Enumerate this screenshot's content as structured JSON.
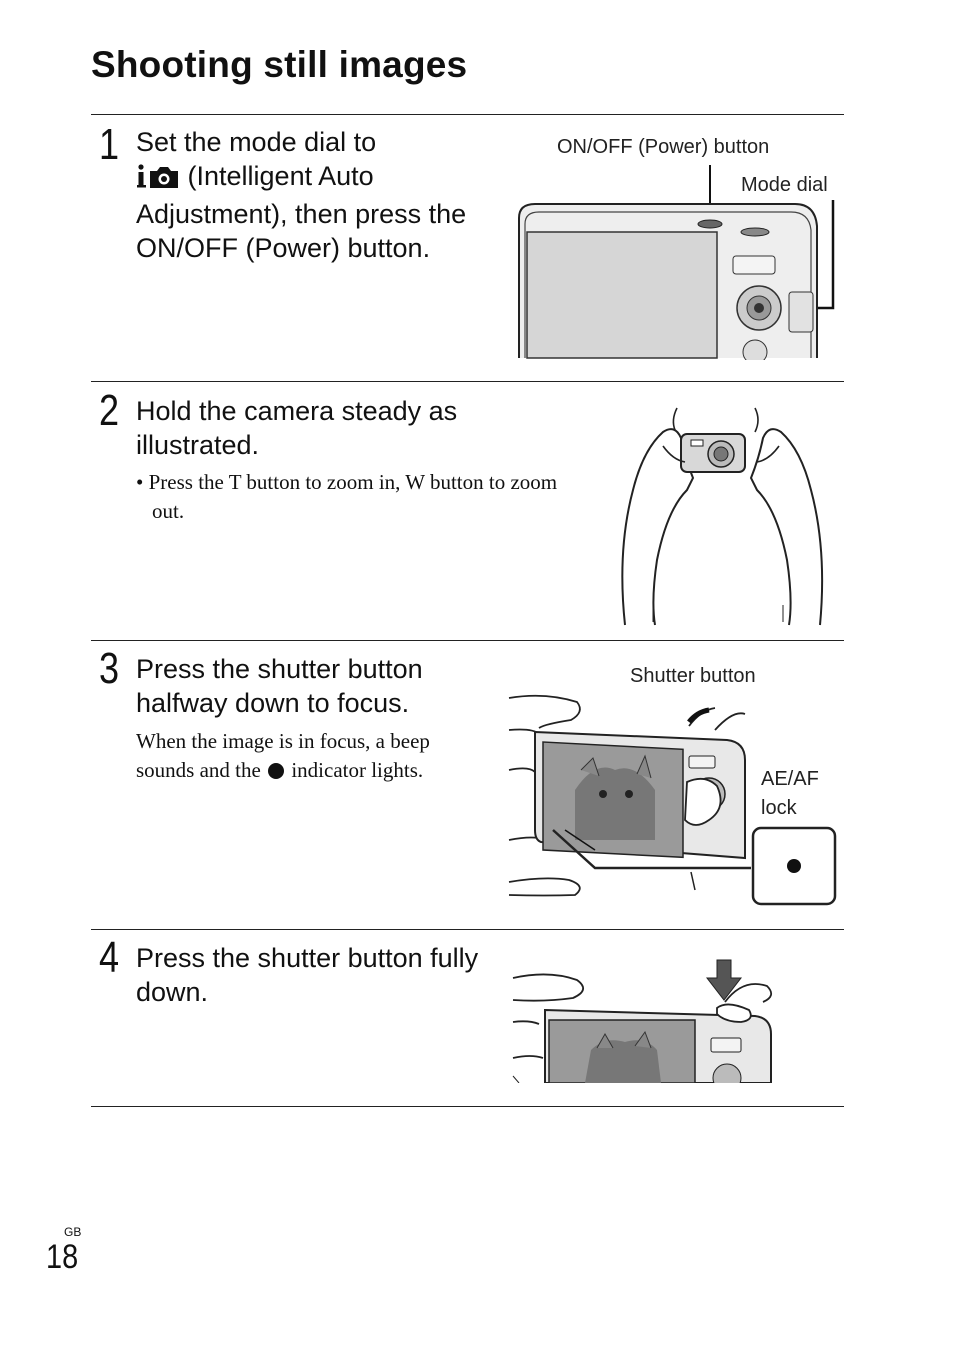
{
  "page": {
    "title": "Shooting still images",
    "lang_tag": "GB",
    "number": "18"
  },
  "steps": [
    {
      "num": "1",
      "head_before": "Set the mode dial to",
      "head_icon": "intelligent-auto-icon",
      "head_after": "(Intelligent Auto Adjustment), then press the ON/OFF (Power) button.",
      "labels": {
        "power": "ON/OFF (Power) button",
        "dial": "Mode dial"
      }
    },
    {
      "num": "2",
      "head": "Hold the camera steady as illustrated.",
      "bullet": "• Press the T button to zoom in, W button to zoom out."
    },
    {
      "num": "3",
      "head": "Press the shutter button halfway down to focus.",
      "body_before": "When the image is in focus, a beep sounds and the",
      "body_icon": "indicator-dot-icon",
      "body_after": "indicator lights.",
      "labels": {
        "shutter": "Shutter button",
        "aeaf": "AE/AF lock"
      }
    },
    {
      "num": "4",
      "head": "Press the shutter button fully down."
    }
  ]
}
